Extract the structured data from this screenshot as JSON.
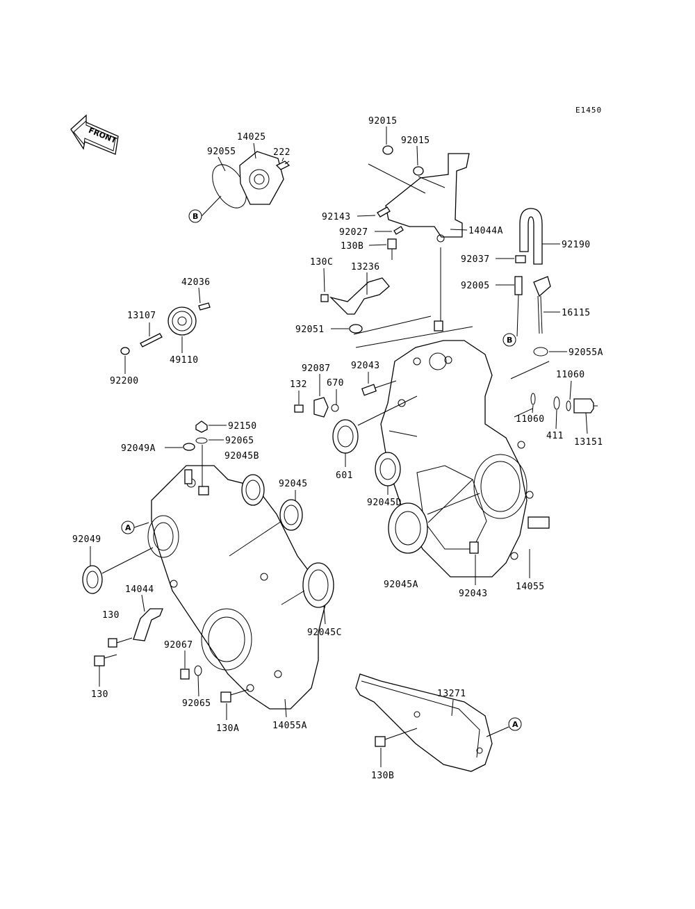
{
  "diagram_code": "E1450",
  "front_label": "FRONT",
  "ref_markers": {
    "a": "A",
    "b": "B"
  },
  "parts": {
    "p92015a": "92015",
    "p92015b": "92015",
    "p14025": "14025",
    "p92055": "92055",
    "p222": "222",
    "p92143": "92143",
    "p92027": "92027",
    "p14044A": "14044A",
    "p130B_top": "130B",
    "p92190": "92190",
    "p92037": "92037",
    "p130C": "130C",
    "p13236": "13236",
    "p92005": "92005",
    "p42036": "42036",
    "p13107": "13107",
    "p49110": "49110",
    "p92200": "92200",
    "p16115": "16115",
    "p92051": "92051",
    "p92055A": "92055A",
    "p92043_top": "92043",
    "p92087": "92087",
    "p132": "132",
    "p670": "670",
    "p11060_top": "11060",
    "p11060_bot": "11060",
    "p411": "411",
    "p13151": "13151",
    "p92150": "92150",
    "p92049A": "92049A",
    "p92065_top": "92065",
    "p92045B": "92045B",
    "p601": "601",
    "p92045": "92045",
    "p92045D": "92045D",
    "p92049": "92049",
    "p14044": "14044",
    "p130_top": "130",
    "p92045A": "92045A",
    "p92043_bot": "92043",
    "p14055": "14055",
    "p92045C": "92045C",
    "p92067": "92067",
    "p130_bot": "130",
    "p92065_bot": "92065",
    "p130A": "130A",
    "p14055A": "14055A",
    "p13271": "13271",
    "p130B_bot": "130B"
  }
}
